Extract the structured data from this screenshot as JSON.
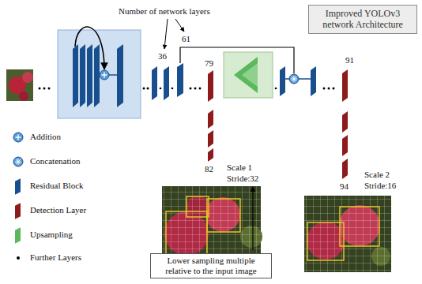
{
  "diagram": {
    "nodes": [
      {
        "text": [
          "Improved YOLOv3 network Architecture"
        ]
      },
      {
        "text": [
          "Lower sampling multiple relative to the input image"
        ]
      }
    ],
    "labels": [
      "Number of network layers",
      "36",
      "61",
      "79",
      "82",
      "91",
      "94",
      "Scale 1",
      "Stride:32",
      "Scale 2",
      "Stride:16"
    ],
    "legend": [
      {
        "text": "Addition"
      },
      {
        "text": "Concatenation"
      },
      {
        "text": "Residual Block",
        "color": "#1a4f8f"
      },
      {
        "text": "Detection Layer",
        "color": "#8e1b1b"
      },
      {
        "text": "Upsampling",
        "color": "#5cb85c"
      },
      {
        "text": "Further Layers"
      }
    ]
  }
}
